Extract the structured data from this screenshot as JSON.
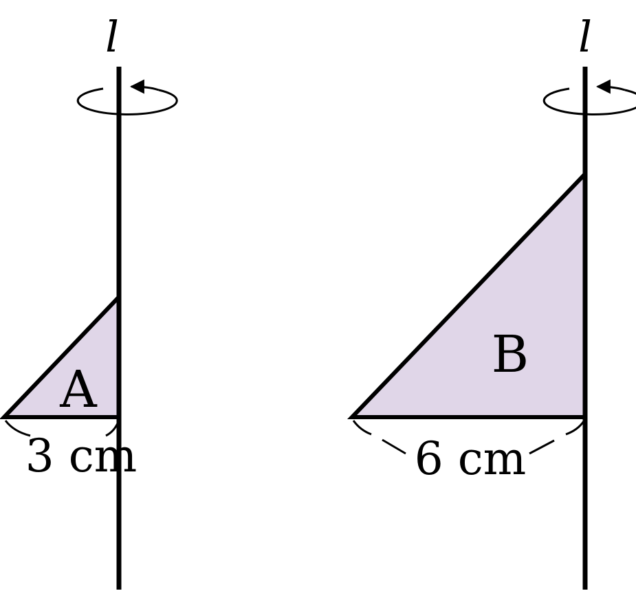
{
  "figure": {
    "left": {
      "axis_label": "l",
      "shape_label": "A",
      "base_label": "3 cm"
    },
    "right": {
      "axis_label": "l",
      "shape_label": "B",
      "base_label": "6 cm"
    }
  },
  "colors": {
    "triangle_fill": "#e0d6e8",
    "stroke": "#000000",
    "background": "#ffffff"
  },
  "icons": {
    "rotation": "rotation-arrow-icon"
  }
}
